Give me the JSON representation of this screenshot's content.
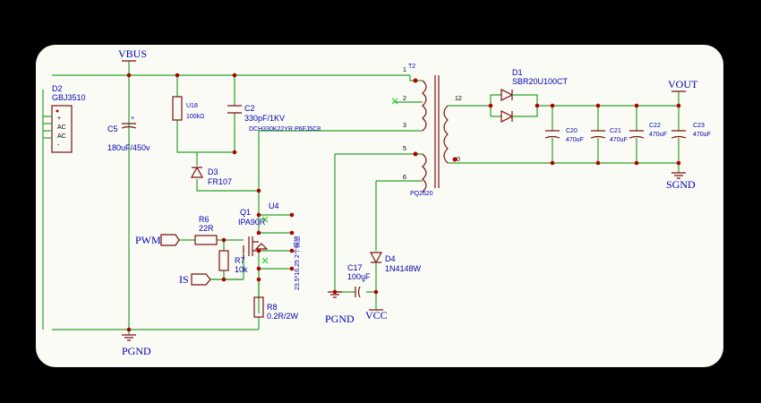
{
  "nets": {
    "vbus": "VBUS",
    "pgnd_left": "PGND",
    "pgnd_bottom": "PGND",
    "pwm": "PWM",
    "is": "IS",
    "vcc": "VCC",
    "vout": "VOUT",
    "sgnd": "SGND"
  },
  "components": {
    "d2": {
      "ref": "D2",
      "value": "GBJ3510",
      "pins": [
        "+",
        "AC",
        "AC",
        "-"
      ]
    },
    "c5": {
      "ref": "C5",
      "value": "180uF/450v"
    },
    "u18": {
      "ref": "U18",
      "value": "100kΩ"
    },
    "c2": {
      "ref": "C2",
      "value": "330pF/1KV"
    },
    "d3": {
      "ref": "D3",
      "value": "FR107"
    },
    "t2": {
      "ref": "T2",
      "value": "PQ2620",
      "note": "DCH330K22YR P6FJ5C8",
      "pins": [
        "1",
        "2",
        "3",
        "5",
        "6",
        "12",
        "0"
      ]
    },
    "d1": {
      "ref": "D1",
      "value": "SBR20U100CT"
    },
    "c20": {
      "ref": "C20",
      "value": "470uF"
    },
    "c21": {
      "ref": "C21",
      "value": "470uF"
    },
    "c22": {
      "ref": "C22",
      "value": "470uF"
    },
    "c23": {
      "ref": "C23",
      "value": "470uF"
    },
    "u4": {
      "ref": "U4",
      "note": "23.5*16.25 2个横放"
    },
    "q1": {
      "ref": "Q1",
      "value": "IPA90R"
    },
    "r6": {
      "ref": "R6",
      "value": "22R"
    },
    "r7": {
      "ref": "R7",
      "value": "10k"
    },
    "r8": {
      "ref": "R8",
      "value": "0.2R/2W"
    },
    "d4": {
      "ref": "D4",
      "value": "1N4148W"
    },
    "c17": {
      "ref": "C17",
      "value": "100uF"
    }
  },
  "colors": {
    "wire": "#2ca02c",
    "symbol": "#7a1010",
    "text": "#0000b0",
    "junction": "#b00000"
  }
}
